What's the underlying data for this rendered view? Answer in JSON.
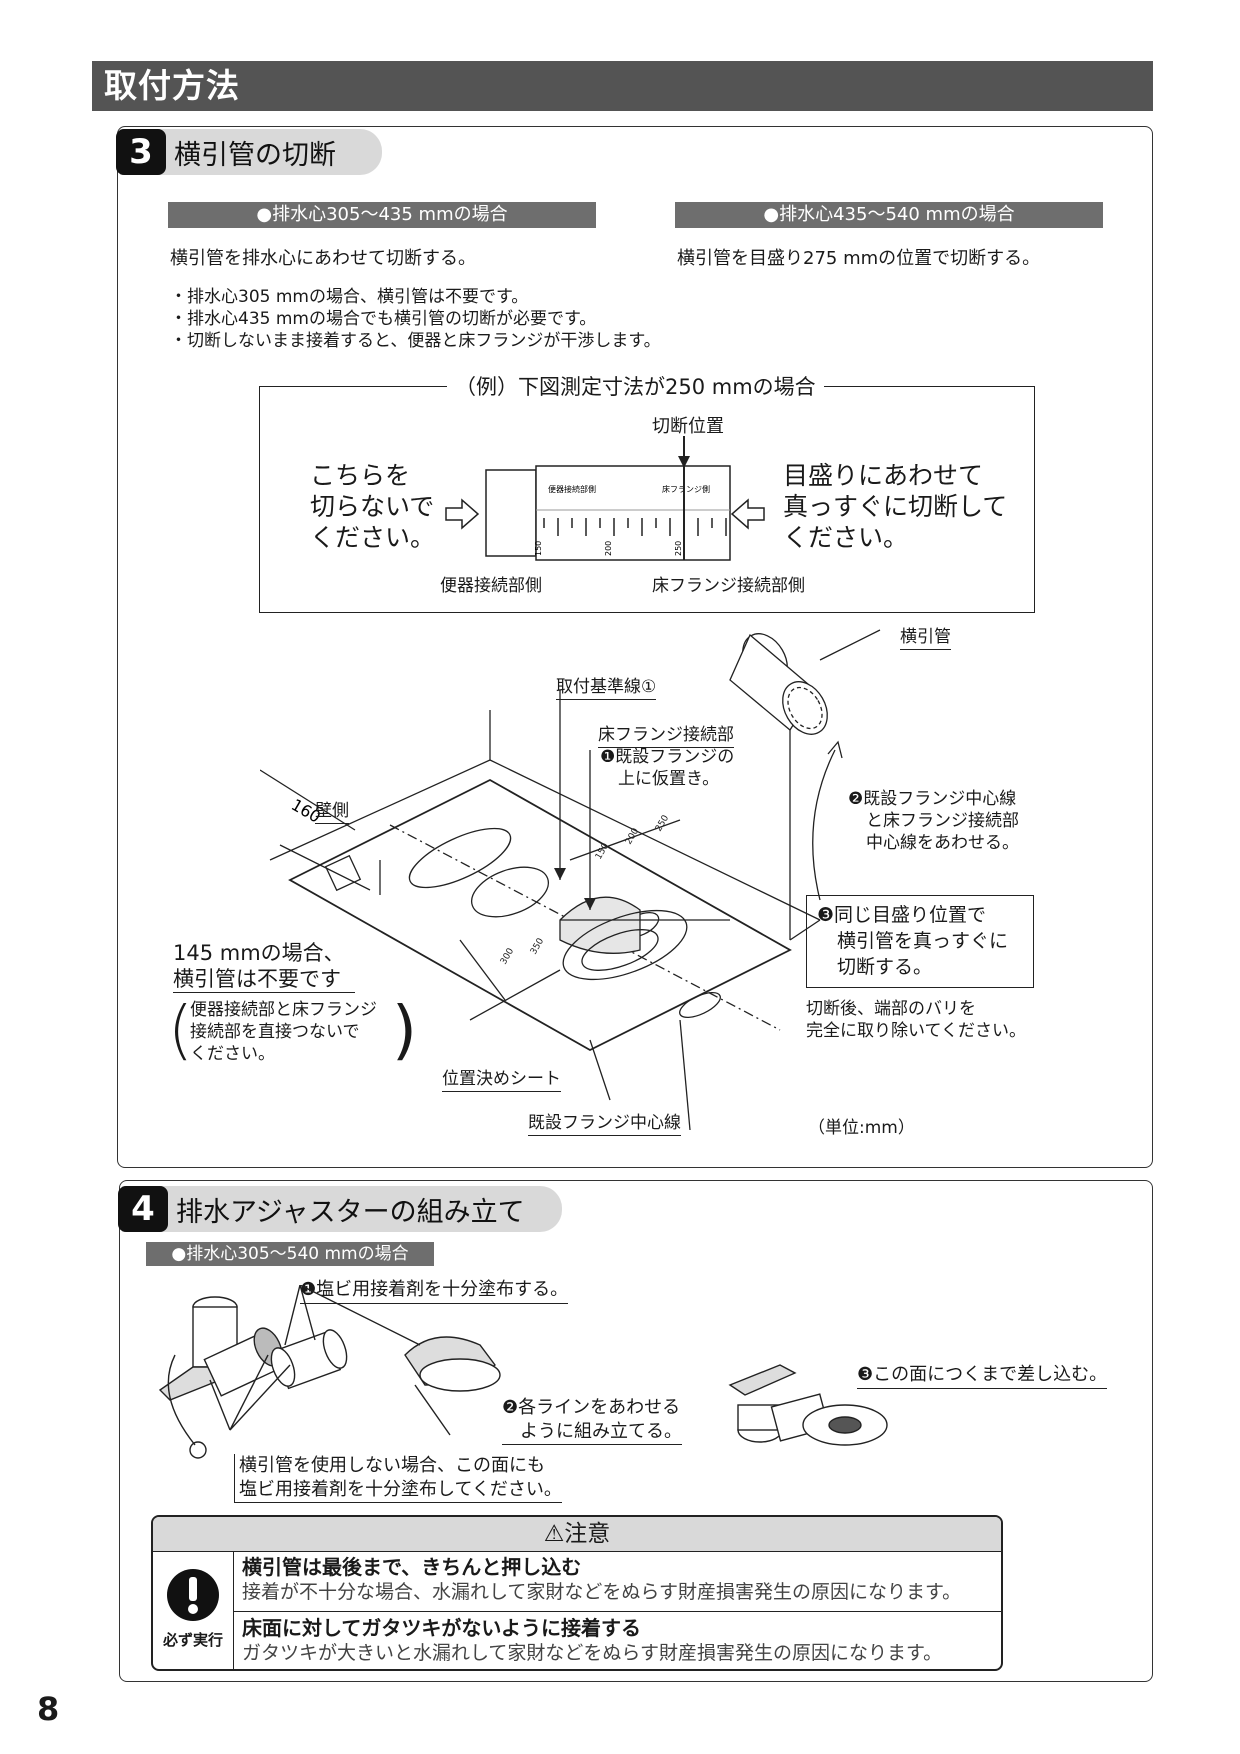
{
  "header": {
    "title": "取付方法"
  },
  "step3": {
    "number": "3",
    "title": "横引管の切断",
    "case_a": {
      "label": "●排水心305～435 mmの場合",
      "instruction": "横引管を排水心にあわせて切断する。"
    },
    "case_b": {
      "label": "●排水心435～540 mmの場合",
      "instruction": "横引管を目盛り275 mmの位置で切断する。"
    },
    "notes": [
      "・排水心305 mmの場合、横引管は不要です。",
      "・排水心435 mmの場合でも横引管の切断が必要です。",
      "・切断しないまま接着すると、便器と床フランジが干渉します。"
    ],
    "example": {
      "title": "（例）下図測定寸法が250 mmの場合",
      "cut_position": "切断位置",
      "left_note": [
        "こちらを",
        "切らないで",
        "ください。"
      ],
      "right_note": [
        "目盛りにあわせて",
        "真っすぐに切断して",
        "ください。"
      ],
      "pipe_label_left": "便器接続部側",
      "pipe_label_right": "床フランジ側",
      "tick_labels": [
        "150",
        "200",
        "250"
      ],
      "bottom_left": "便器接続部側",
      "bottom_right": "床フランジ接続部側"
    },
    "diagram": {
      "horizontal_pipe": "横引管",
      "reference_line": "取付基準線①",
      "floor_flange_connection": "床フランジ接続部",
      "step1": [
        "❶既設フランジの",
        "上に仮置き。"
      ],
      "wall_side": "壁側",
      "dimension_160": "160",
      "step2": [
        "❷既設フランジ中心線",
        "と床フランジ接続部",
        "中心線をあわせる。"
      ],
      "step3": [
        "❸同じ目盛り位置で",
        "横引管を真っすぐに",
        "切断する。"
      ],
      "after_cut": [
        "切断後、端部のバリを",
        "完全に取り除いてください。"
      ],
      "case_145": [
        "145 mmの場合、",
        "横引管は不要です"
      ],
      "paren_note": [
        "便器接続部と床フランジ",
        "接続部を直接つないで",
        "ください。"
      ],
      "positioning_sheet": "位置決めシート",
      "existing_flange_center": "既設フランジ中心線",
      "unit": "（単位:mm）",
      "scale_numbers": [
        "150",
        "200",
        "250",
        "300",
        "350"
      ]
    }
  },
  "step4": {
    "number": "4",
    "title": "排水アジャスターの組み立て",
    "case_label": "●排水心305～540 mmの場合",
    "step1": "❶塩ビ用接着剤を十分塗布する。",
    "step2": [
      "❷各ラインをあわせる",
      "ように組み立てる。"
    ],
    "step3": "❸この面につくまで差し込む。",
    "no_pipe_note": [
      "横引管を使用しない場合、この面にも",
      "塩ビ用接着剤を十分塗布してください。"
    ]
  },
  "caution": {
    "heading": "⚠注意",
    "mandatory": "必ず実行",
    "items": [
      {
        "title": "横引管は最後まで、きちんと押し込む",
        "desc": "接着が不十分な場合、水漏れして家財などをぬらす財産損害発生の原因になります。"
      },
      {
        "title": "床面に対してガタツキがないように接着する",
        "desc": "ガタツキが大きいと水漏れして家財などをぬらす財産損害発生の原因になります。"
      }
    ]
  },
  "page_number": "8"
}
